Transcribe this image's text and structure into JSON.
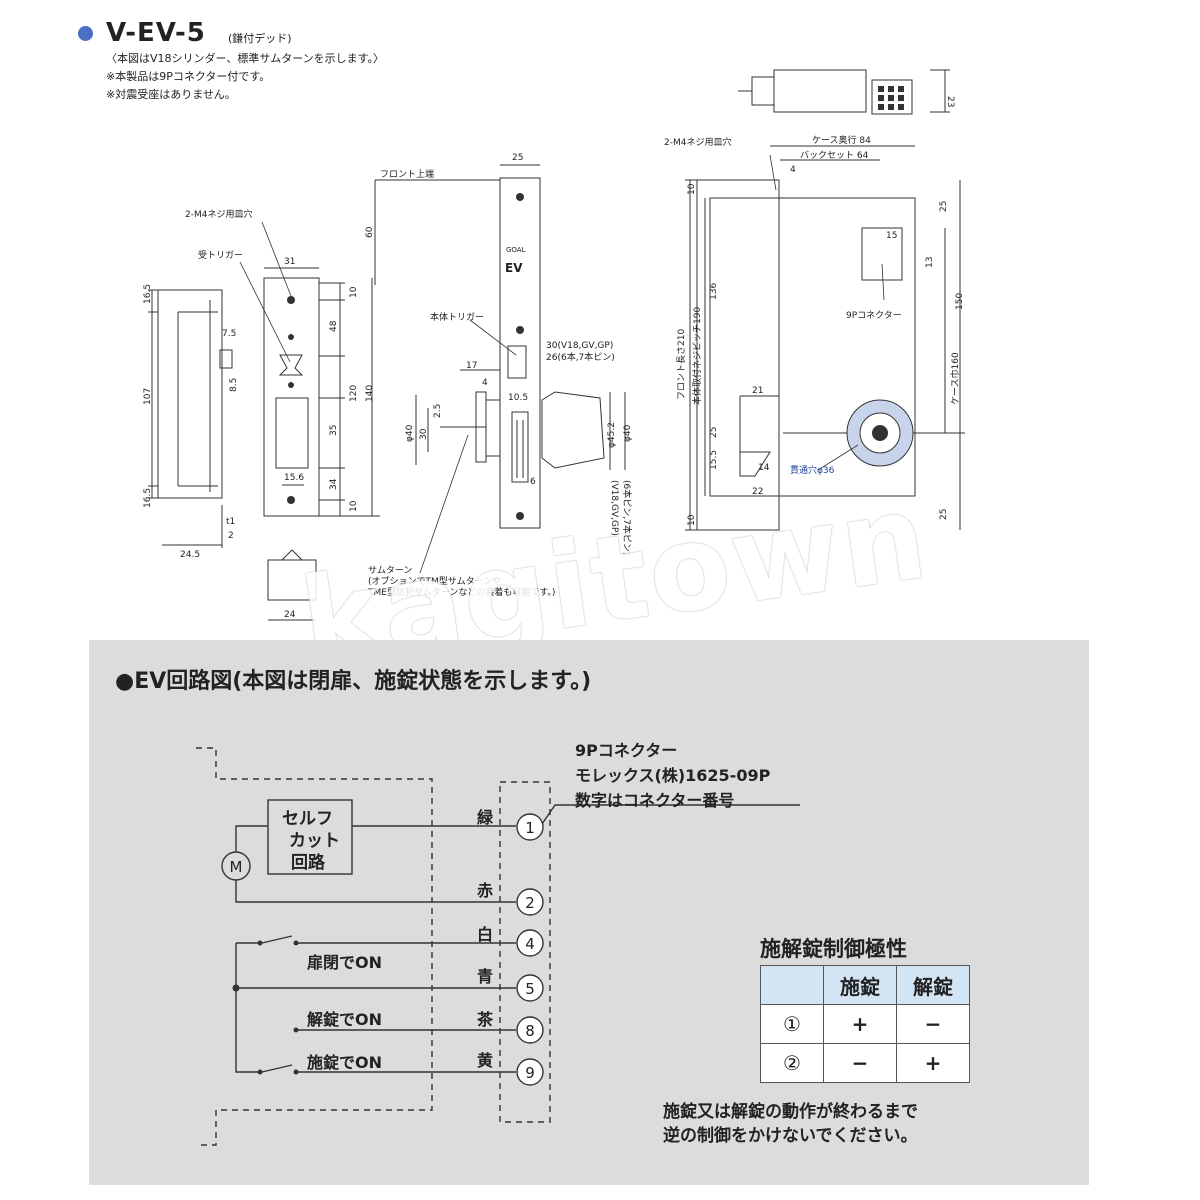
{
  "header": {
    "model": "V-EV-5",
    "model_sub": "(鎌付デッド)",
    "notes": [
      "〈本図はV18シリンダー、標準サムターンを示します。〉",
      "※本製品は9Pコネクター付です。",
      "※対震受座はありません。"
    ]
  },
  "labels": {
    "strike_screw": "2-M4ネジ用皿穴",
    "strike_trigger": "受トリガー",
    "front_top": "フロント上端",
    "body_trigger": "本体トリガー",
    "thumbturn": "サムターン",
    "thumbturn_opt1": "(オプションでTM型サムターンや",
    "thumbturn_opt2": "TME型防犯サムターンなどの装着も可能です。)",
    "cyl_note1": "30(V18,GV,GP)",
    "cyl_note2": "26(6本,7本ピン)",
    "cyl_note3": "(V18,GV,GP)",
    "cyl_note4": "(6本ピン,7本ピン)",
    "side_screw": "2-M4ネジ用皿穴",
    "case_depth": "ケース奥行 84",
    "backset": "バックセット 64",
    "connector_9p": "9Pコネクター",
    "front_length": "フロント長さ210",
    "mount_pitch": "本体取付ネジピッチ190",
    "case_width": "ケース巾160",
    "through_hole": "貫通穴φ36",
    "face_brand": "GOAL",
    "face_logo": "EV"
  },
  "dimensions": {
    "strike": [
      "16.5",
      "107",
      "16.5",
      "31",
      "7.5",
      "8.5",
      "10",
      "48",
      "120",
      "140",
      "35",
      "34",
      "10",
      "15.6",
      "t1",
      "2",
      "24.5",
      "24"
    ],
    "front": [
      "25",
      "60",
      "17",
      "4",
      "2.5",
      "30",
      "φ40",
      "10.5",
      "φ45.2",
      "φ40",
      "6"
    ],
    "side": [
      "23",
      "4",
      "10",
      "136",
      "25",
      "15.5",
      "10",
      "21",
      "14",
      "22",
      "15",
      "13",
      "25",
      "150",
      "25"
    ]
  },
  "watermark": "kagitown",
  "circuit": {
    "title": "●EV回路図(本図は閉扉、施錠状態を示します。)",
    "connector_desc": [
      "9Pコネクター",
      "モレックス(株)1625-09P",
      "数字はコネクター番号"
    ],
    "self_cut": [
      "セルフ",
      "カット",
      "回路"
    ],
    "motor": "M",
    "pins": [
      {
        "num": "1",
        "color": "緑"
      },
      {
        "num": "2",
        "color": "赤"
      },
      {
        "num": "4",
        "color": "白"
      },
      {
        "num": "5",
        "color": "青"
      },
      {
        "num": "8",
        "color": "茶"
      },
      {
        "num": "9",
        "color": "黄"
      }
    ],
    "switches": [
      "扉閉でON",
      "解錠でON",
      "施錠でON"
    ]
  },
  "polarity": {
    "title": "施解錠制御極性",
    "headers": [
      "",
      "施錠",
      "解錠"
    ],
    "rows": [
      [
        "①",
        "+",
        "−"
      ],
      [
        "②",
        "−",
        "+"
      ]
    ]
  },
  "caution": [
    "施錠又は解錠の動作が終わるまで",
    "逆の制御をかけないでください。"
  ],
  "colors": {
    "accent_dot": "#4b6fc4",
    "panel_bg": "#dcdcdc",
    "table_header": "#d3e4f4",
    "through_hole_fill": "#c8d4ec"
  }
}
